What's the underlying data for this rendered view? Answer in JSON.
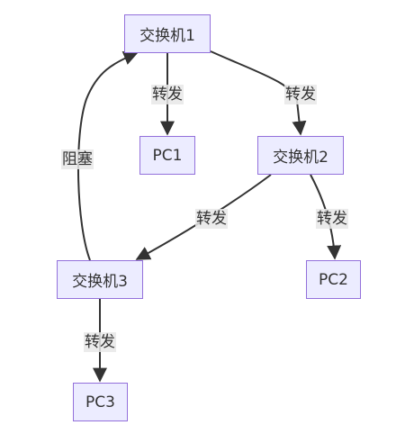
{
  "diagram": {
    "type": "flowchart",
    "nodes": {
      "sw1": "交换机1",
      "sw2": "交换机2",
      "sw3": "交换机3",
      "pc1": "PC1",
      "pc2": "PC2",
      "pc3": "PC3"
    },
    "edges": [
      {
        "from": "sw1",
        "to": "pc1",
        "label": "转发"
      },
      {
        "from": "sw1",
        "to": "sw2",
        "label": "转发"
      },
      {
        "from": "sw3",
        "to": "sw1",
        "label": "阻塞"
      },
      {
        "from": "sw2",
        "to": "sw3",
        "label": "转发"
      },
      {
        "from": "sw2",
        "to": "pc2",
        "label": "转发"
      },
      {
        "from": "sw3",
        "to": "pc3",
        "label": "转发"
      }
    ],
    "colors": {
      "node_fill": "#ECECFF",
      "node_border": "#9370DB",
      "edge": "#333333",
      "label_bg": "#E8E8E8",
      "text": "#333333"
    }
  }
}
